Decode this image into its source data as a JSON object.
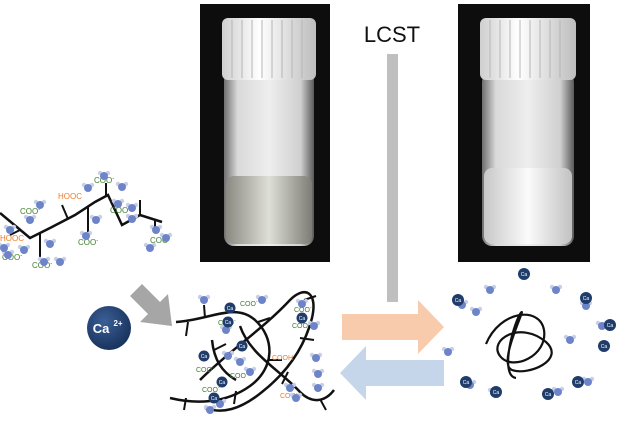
{
  "header": {
    "lcst_label": "LCST"
  },
  "labels": {
    "hooc": "HOOC",
    "coo": "COO",
    "cooh": "COOH",
    "charge_minus": "-",
    "ca_ion": "Ca",
    "ca_charge": "2+"
  },
  "photos": [
    {
      "state": "clear-solution"
    },
    {
      "state": "turbid-precipitate"
    }
  ],
  "colors": {
    "chain": "#111111",
    "hooc": "#f07a28",
    "coo": "#3e7f2c",
    "water": "#6d84c9",
    "water_h": "#c7d0e8",
    "ca": "#1f3c6b",
    "gray_arrow": "#a6a6a6",
    "lcst_bar": "#bfbfbf",
    "arrow_heat": "#f8cbad",
    "arrow_cool": "#c5d5ea",
    "photo_bg": "#111111"
  }
}
